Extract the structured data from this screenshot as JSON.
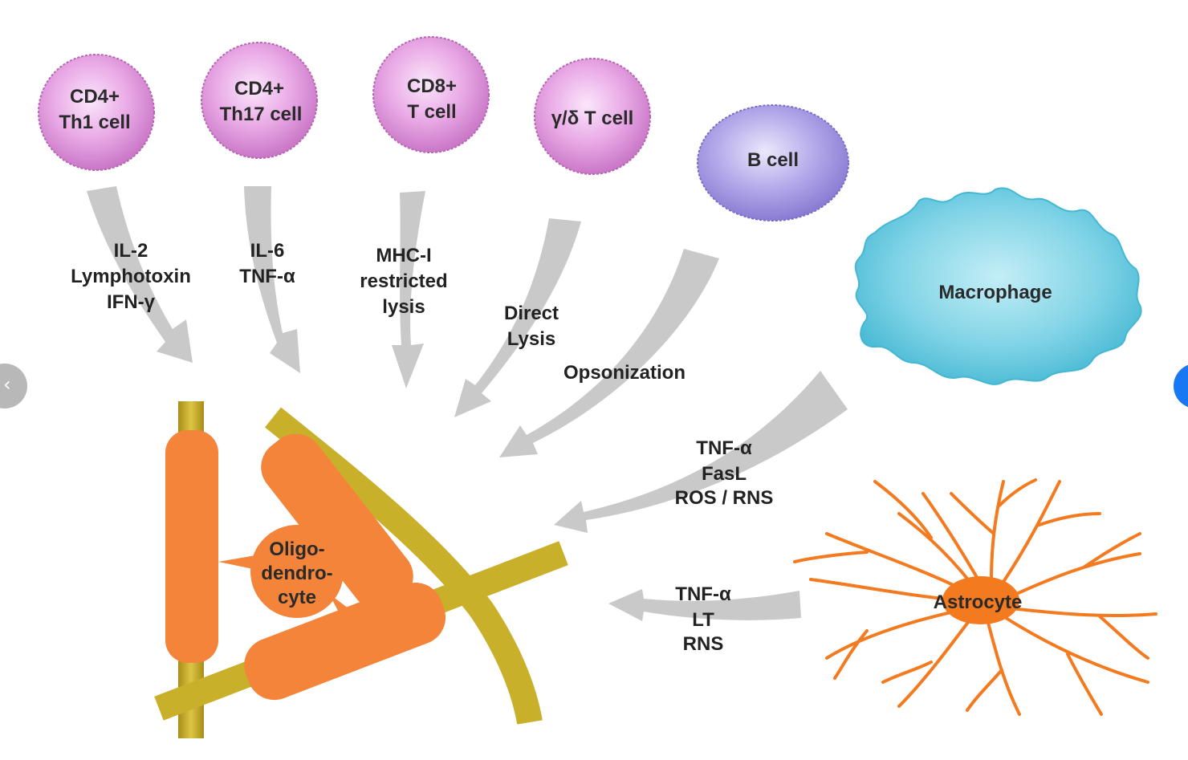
{
  "cells": {
    "th1": [
      "CD4+",
      "Th1 cell"
    ],
    "th17": [
      "CD4+",
      "Th17 cell"
    ],
    "cd8": [
      "CD8+",
      "T cell"
    ],
    "gd": [
      "γ/δ T cell"
    ],
    "bcell": [
      "B cell"
    ],
    "macrophage": [
      "Macrophage"
    ],
    "astrocyte": [
      "Astrocyte"
    ],
    "oligo": [
      "Oligo-",
      "dendro-",
      "cyte"
    ]
  },
  "labels": {
    "th1": [
      "IL-2",
      "Lymphotoxin",
      "IFN-γ"
    ],
    "th17": [
      "IL-6",
      "TNF-α"
    ],
    "cd8": [
      "MHC-I",
      "restricted",
      "lysis"
    ],
    "gd": [
      "Direct",
      "Lysis"
    ],
    "bcell": [
      "Opsonization"
    ],
    "macrophage": [
      "TNF-α",
      "FasL",
      "ROS / RNS"
    ],
    "astrocyte": [
      "TNF-α",
      "LT",
      "RNS"
    ]
  },
  "nav": {
    "prev_icon": "chevron-left-icon",
    "next_icon": "chevron-right-icon"
  },
  "colors": {
    "tcell": "#d98ad6",
    "bcell": "#9a8ddb",
    "macrophage": "#5ec8de",
    "astrocyte": "#f47a20",
    "oligo": "#f3843a",
    "axon": "#c9b02a",
    "arrow": "#c8c8c8",
    "nav_next": "#1877f2"
  }
}
